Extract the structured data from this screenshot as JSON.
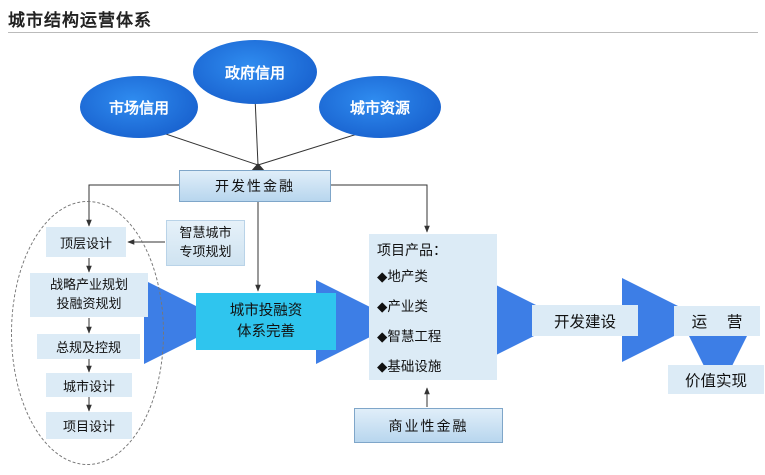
{
  "title": "城市结构运营体系",
  "inputs": {
    "market_credit": "市场信用",
    "gov_credit": "政府信用",
    "city_resources": "城市资源"
  },
  "dev_finance": "开发性金融",
  "smart_city": {
    "line1": "智慧城市",
    "line2": "专项规划"
  },
  "planning_steps": [
    {
      "label": "顶层设计"
    },
    {
      "line1": "战略产业规划",
      "line2": "投融资规划"
    },
    {
      "label": "总规及控规"
    },
    {
      "label": "城市设计"
    },
    {
      "label": "项目设计"
    }
  ],
  "investment_system": {
    "line1": "城市投融资",
    "line2": "体系完善"
  },
  "products": {
    "heading": "项目产品：",
    "items": [
      "◆地产类",
      "◆产业类",
      "◆智慧工程",
      "◆基础设施"
    ]
  },
  "commercial_finance": "商业性金融",
  "development": "开发建设",
  "operation": "运    营",
  "value": "价值实现",
  "colors": {
    "oval_blue": "#1b66d2",
    "cyan_box": "#2fc5ee",
    "pale_box": "#dcebf6",
    "arrow_blue": "#3d7ee6"
  }
}
